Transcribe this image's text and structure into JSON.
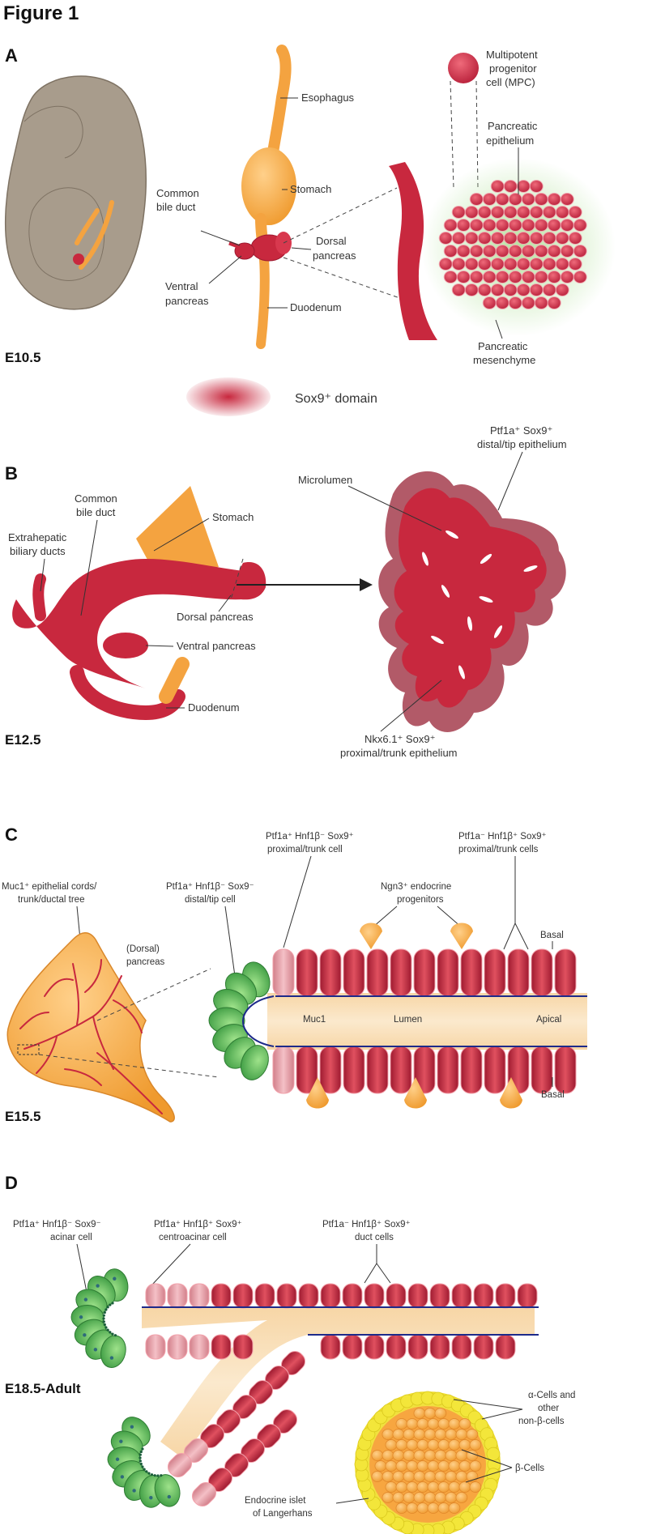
{
  "figure_title": "Figure 1",
  "panels": {
    "a": {
      "letter": "A",
      "stage": "E10.5",
      "labels": {
        "esophagus": "Esophagus",
        "stomach": "Stomach",
        "common_bile_duct_1": "Common",
        "common_bile_duct_2": "bile duct",
        "dorsal_pancreas_1": "Dorsal",
        "dorsal_pancreas_2": "pancreas",
        "ventral_pancreas_1": "Ventral",
        "ventral_pancreas_2": "pancreas",
        "duodenum": "Duodenum",
        "mpc_1": "Multipotent",
        "mpc_2": "progenitor",
        "mpc_3": "cell (MPC)",
        "pancreatic_epithelium_1": "Pancreatic",
        "pancreatic_epithelium_2": "epithelium",
        "pancreatic_mesenchyme_1": "Pancreatic",
        "pancreatic_mesenchyme_2": "mesenchyme"
      },
      "legend": "Sox9⁺ domain"
    },
    "b": {
      "letter": "B",
      "stage": "E12.5",
      "labels": {
        "common_bile_duct_1": "Common",
        "common_bile_duct_2": "bile duct",
        "extrahepatic_1": "Extrahepatic",
        "extrahepatic_2": "biliary ducts",
        "stomach": "Stomach",
        "dorsal_pancreas": "Dorsal pancreas",
        "ventral_pancreas": "Ventral pancreas",
        "duodenum": "Duodenum",
        "microlumen": "Microlumen",
        "tip_1": "Ptf1a⁺ Sox9⁺",
        "tip_2": "distal/tip epithelium",
        "trunk_1": "Nkx6.1⁺ Sox9⁺",
        "trunk_2": "proximal/trunk epithelium"
      }
    },
    "c": {
      "letter": "C",
      "stage": "E15.5",
      "labels": {
        "trunk_cell_1": "Ptf1a⁺ Hnf1β⁻ Sox9⁺",
        "trunk_cell_2": "proximal/trunk cell",
        "trunk_cells_1": "Ptf1a⁻ Hnf1β⁺ Sox9⁺",
        "trunk_cells_2": "proximal/trunk cells",
        "muc1_cords_1": "Muc1⁺ epithelial cords/",
        "muc1_cords_2": "trunk/ductal tree",
        "tip_cell_1": "Ptf1a⁺ Hnf1β⁻ Sox9⁻",
        "tip_cell_2": "distal/tip cell",
        "ngn3_1": "Ngn3⁺ endocrine",
        "ngn3_2": "progenitors",
        "dorsal_1": "(Dorsal)",
        "dorsal_2": "pancreas",
        "basal_top": "Basal",
        "muc1": "Muc1",
        "lumen": "Lumen",
        "apical": "Apical",
        "basal_bottom": "Basal"
      }
    },
    "d": {
      "letter": "D",
      "stage": "E18.5-Adult",
      "labels": {
        "acinar_1": "Ptf1a⁺ Hnf1β⁻ Sox9⁻",
        "acinar_2": "acinar cell",
        "centroacinar_1": "Ptf1a⁺ Hnf1β⁺ Sox9⁺",
        "centroacinar_2": "centroacinar cell",
        "duct_1": "Ptf1a⁻ Hnf1β⁺ Sox9⁺",
        "duct_2": "duct cells",
        "alpha_1": "α-Cells and",
        "alpha_2": "other",
        "alpha_3": "non-β-cells",
        "beta": "β-Cells",
        "islet_1": "Endocrine islet",
        "islet_2": "of Langerhans"
      }
    }
  },
  "colors": {
    "red": "#c8283e",
    "orange": "#f4a340",
    "green": "#58b85a",
    "embryo": "#a89c8c",
    "yellow": "#f3e63a"
  }
}
